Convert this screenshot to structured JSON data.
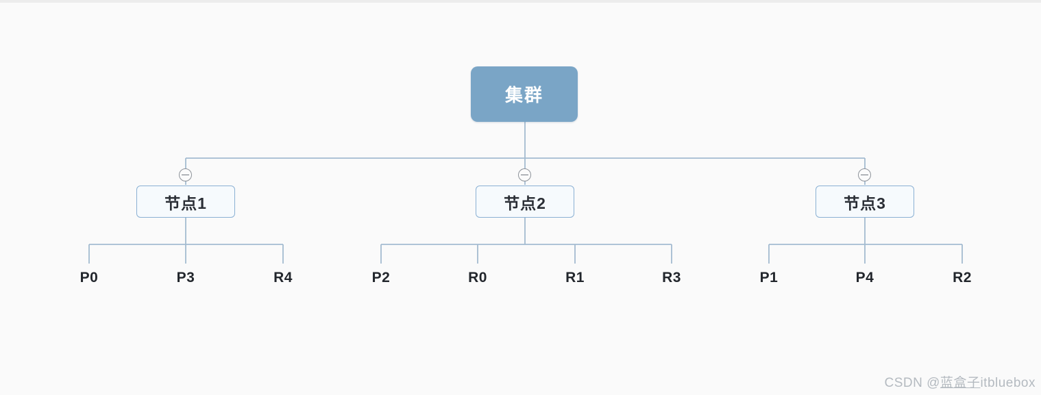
{
  "diagram": {
    "root": {
      "label": "集群"
    },
    "nodes": [
      {
        "label": "节点1",
        "children": [
          "P0",
          "P3",
          "R4"
        ]
      },
      {
        "label": "节点2",
        "children": [
          "P2",
          "R0",
          "R1",
          "R3"
        ]
      },
      {
        "label": "节点3",
        "children": [
          "P1",
          "P4",
          "R2"
        ]
      }
    ],
    "collapse_icon": "minus-circle-icon"
  },
  "colors": {
    "background": "#fafafa",
    "root_fill": "#7aa5c6",
    "root_text": "#ffffff",
    "node_border": "#8ab0d3",
    "node_fill": "#f6fafd",
    "node_text": "#2a2e35",
    "connector_line": "#a3bbd0",
    "leaf_text": "#22262c",
    "collapse_circle": "#8d9299",
    "watermark_text": "#b4bac0",
    "top_band": "#ececec"
  },
  "watermark": {
    "prefix": "CSDN @",
    "name": "蓝盒子",
    "suffix": "itbluebox"
  }
}
